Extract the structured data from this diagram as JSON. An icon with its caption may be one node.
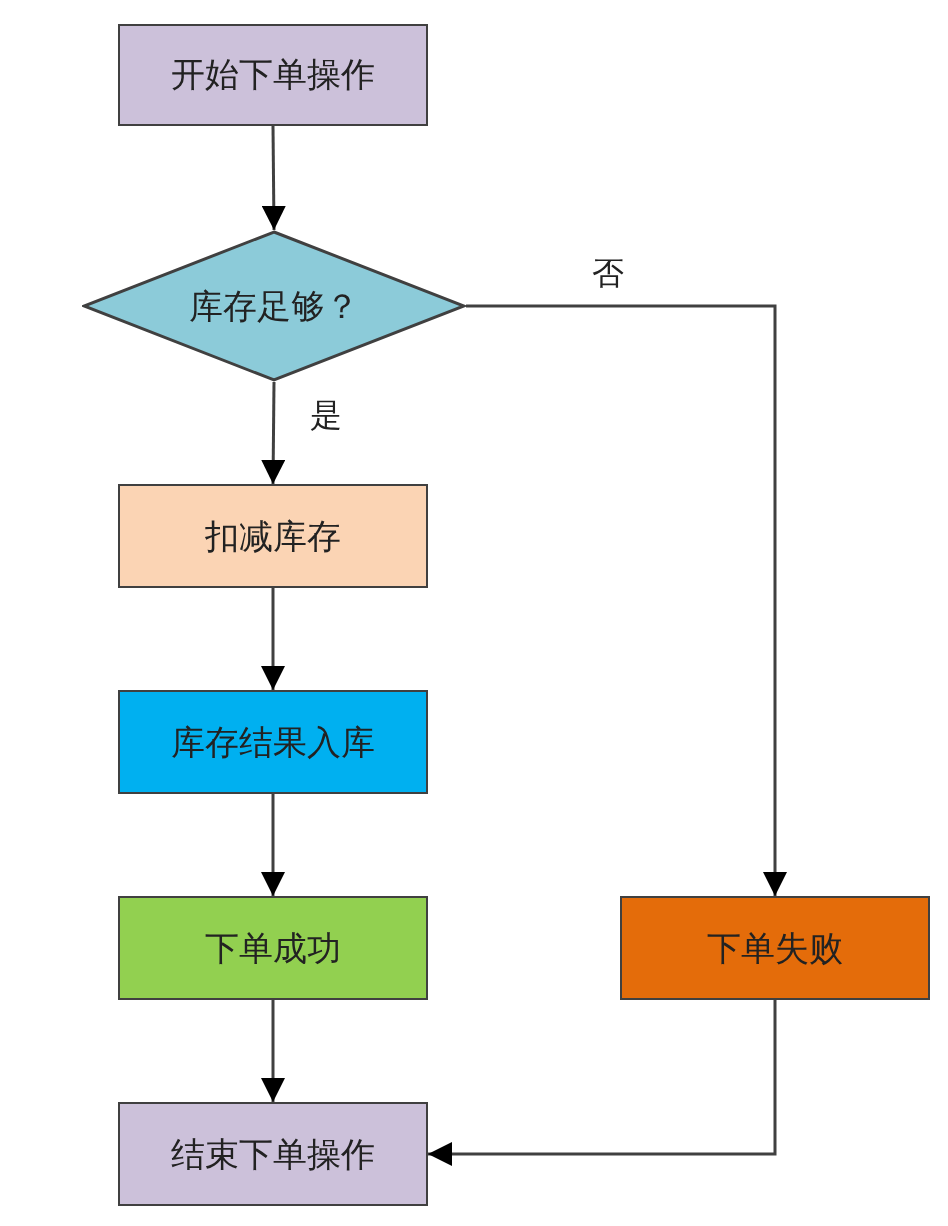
{
  "diagram": {
    "nodes": [
      {
        "text": [
          "开始下单操作"
        ]
      },
      {
        "text": [
          "库存足够？"
        ]
      },
      {
        "text": [
          "扣减库存"
        ]
      },
      {
        "text": [
          "库存结果入库"
        ]
      },
      {
        "text": [
          "下单成功"
        ]
      },
      {
        "text": [
          "下单失败"
        ]
      },
      {
        "text": [
          "结束下单操作"
        ]
      }
    ],
    "edges": [
      {
        "from": 0,
        "to": 1,
        "arrow": "to"
      },
      {
        "from": 1,
        "to": 2,
        "arrow": "to",
        "label": "是"
      },
      {
        "from": 1,
        "to": 5,
        "arrow": "to",
        "label": "否"
      },
      {
        "from": 2,
        "to": 3,
        "arrow": "to"
      },
      {
        "from": 3,
        "to": 4,
        "arrow": "to"
      },
      {
        "from": 4,
        "to": 6,
        "arrow": "to"
      },
      {
        "from": 5,
        "to": 6,
        "arrow": "to"
      }
    ]
  }
}
